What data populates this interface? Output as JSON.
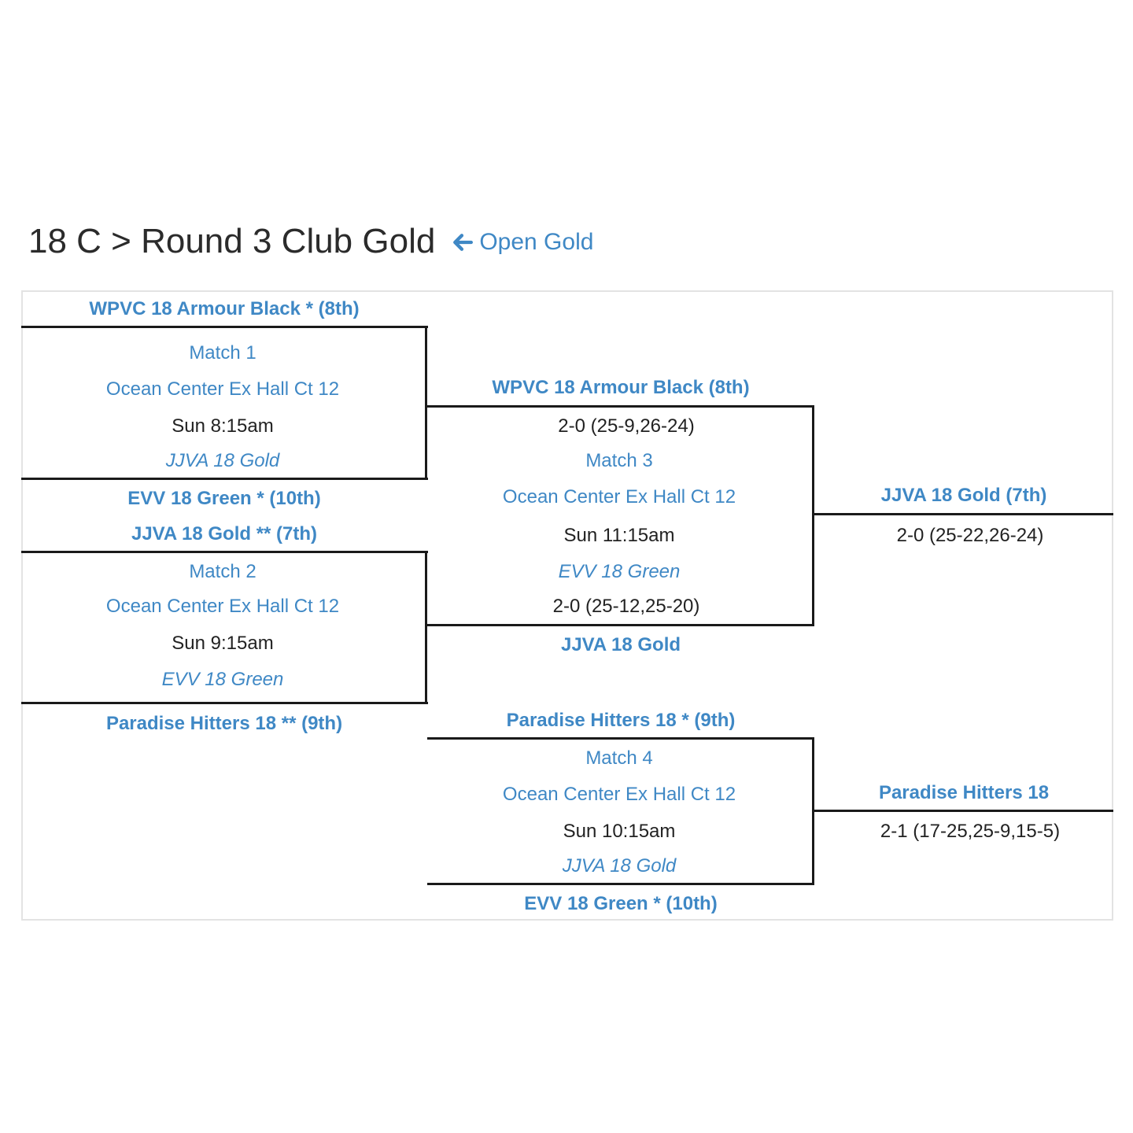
{
  "header": {
    "title": "18 C > Round 3 Club Gold",
    "back_link": "Open Gold",
    "back_icon": "arrow-left-icon"
  },
  "colors": {
    "accent": "#3f88c5",
    "line": "#1a1a1a",
    "frame": "#e3e3e3"
  },
  "bracket": {
    "match1": {
      "top_team": "WPVC 18 Armour Black * (8th)",
      "label": "Match 1",
      "court": "Ocean Center Ex Hall Ct 12",
      "time": "Sun 8:15am",
      "ref": "JJVA 18 Gold",
      "bottom_team": "EVV 18 Green * (10th)"
    },
    "match2": {
      "top_team": "JJVA 18 Gold ** (7th)",
      "label": "Match 2",
      "court": "Ocean Center Ex Hall Ct 12",
      "time": "Sun 9:15am",
      "ref": "EVV 18 Green",
      "bottom_team": "Paradise Hitters 18 ** (9th)"
    },
    "match3": {
      "top_team": "WPVC 18 Armour Black (8th)",
      "top_score": "2-0 (25-9,26-24)",
      "label": "Match 3",
      "court": "Ocean Center Ex Hall Ct 12",
      "time": "Sun 11:15am",
      "ref": "EVV 18 Green",
      "bottom_score": "2-0 (25-12,25-20)",
      "bottom_team": "JJVA 18 Gold"
    },
    "match4": {
      "top_team": "Paradise Hitters 18 * (9th)",
      "label": "Match 4",
      "court": "Ocean Center Ex Hall Ct 12",
      "time": "Sun 10:15am",
      "ref": "JJVA 18 Gold",
      "bottom_team": "EVV 18 Green * (10th)"
    },
    "winner3": {
      "team": "JJVA 18 Gold (7th)",
      "score": "2-0 (25-22,26-24)"
    },
    "winner4": {
      "team": "Paradise Hitters 18",
      "score": "2-1 (17-25,25-9,15-5)"
    }
  }
}
